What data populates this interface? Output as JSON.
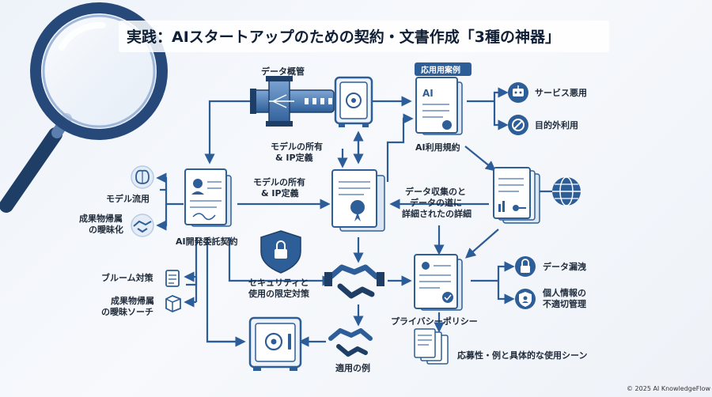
{
  "title": "実践：AIスタートアップのための契約・文書作成「3種の神器」",
  "copyright": "© 2025 AI KnowledgeFlow",
  "badge": "応用用案例",
  "labels": {
    "data_overview": "データ概管",
    "ai_terms": "AI利用規約",
    "service_abuse": "サービス悪用",
    "off_purpose": "目的外利用",
    "model_ownership_a_1": "モデルの所有",
    "model_ownership_a_2": "& IP定義",
    "model_ownership_b_1": "モデルの所有",
    "model_ownership_b_2": "& IP定義",
    "data_collection_1": "データ収集のと",
    "data_collection_2": "データの道に",
    "data_collection_3": "詳細されたの詳細",
    "model_leak": "モデル流用",
    "ambiguous_1": "成果物帰属",
    "ambiguous_2": "の曖昧化",
    "dev_contract": "AI開発委託契約",
    "bloom": "ブルーム対策",
    "ambiguous_b_1": "成果物帰属",
    "ambiguous_b_2": "の曖昧ソーチ",
    "security_1": "セキュリティと",
    "security_2": "使用の限定対策",
    "privacy_policy": "プライバシーポリシー",
    "data_leak": "データ漏洩",
    "personal_info_1": "個人情報の",
    "personal_info_2": "不適切管理",
    "example_use": "適用の例",
    "recruit_examples": "応募性・例と具体的な使用シーン"
  },
  "icons": {
    "magnifier": "magnifier-icon",
    "pipe": "data-pipe-icon",
    "safe": "safe-icon",
    "handshake": "handshake-icon",
    "shield": "shield-lock-icon",
    "globe": "globe-icon",
    "brain": "brain-icon",
    "robot": "robot-icon",
    "ban": "ban-icon",
    "lock": "lock-icon",
    "user_shield": "user-shield-icon",
    "box": "box-icon",
    "document": "document-icon"
  },
  "colors": {
    "primary": "#2e5e97",
    "dark_navy": "#0f1f35",
    "background": "#eef3fa"
  }
}
